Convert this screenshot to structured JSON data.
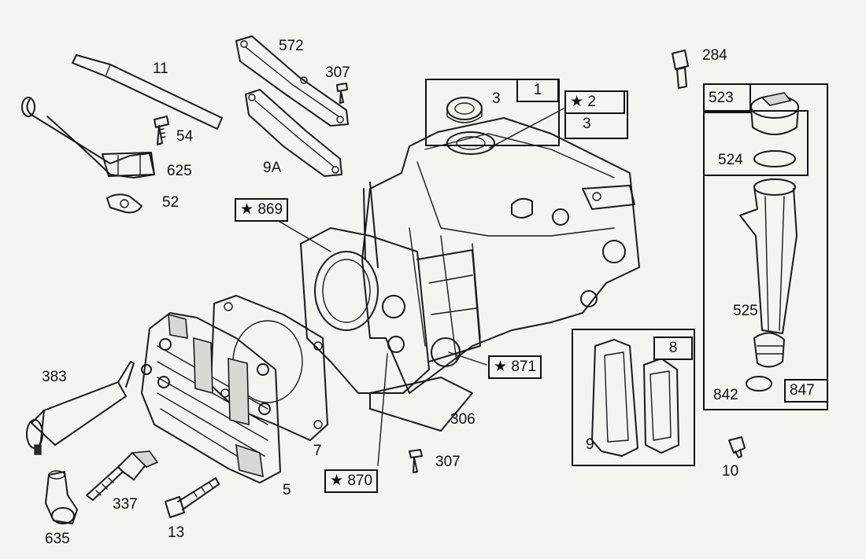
{
  "parts": {
    "p11": "11",
    "p54": "54",
    "p625": "625",
    "p52": "52",
    "p572": "572",
    "p307a": "307",
    "p9a": "9A",
    "p869": "869",
    "p3a": "3",
    "p1": "1",
    "p2": "2",
    "p3b": "3",
    "p284": "284",
    "p523": "523",
    "p524": "524",
    "p525": "525",
    "p842": "842",
    "p847": "847",
    "p871": "871",
    "p8": "8",
    "p9": "9",
    "p10": "10",
    "p306": "306",
    "p307b": "307",
    "p870": "870",
    "p383": "383",
    "p7": "7",
    "p5": "5",
    "p337": "337",
    "p13": "13",
    "p635": "635"
  },
  "star_symbol": "★"
}
